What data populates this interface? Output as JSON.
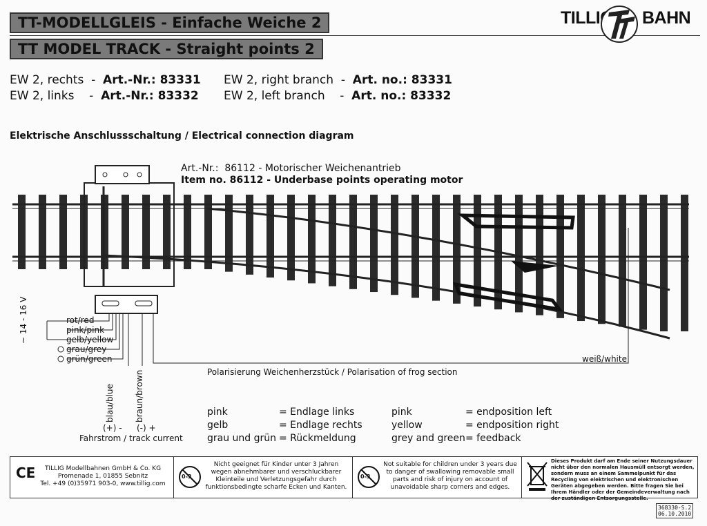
{
  "header": {
    "title_de_prefix": "TT-MODELLGLEIS - ",
    "title_de_name": "Einfache Weiche 2",
    "title_en_prefix": "TT MODEL TRACK - ",
    "title_en_name": "Straight points 2",
    "logo_left": "TILLIG",
    "logo_right": "BAHN"
  },
  "articles": {
    "de_right": "EW 2, rechts  -  ",
    "de_left": "EW 2, links    -  ",
    "de_artnr_label": "Art.-Nr.: ",
    "de_right_no": "83331",
    "de_left_no": "83332",
    "en_right": "EW 2, right branch  -  ",
    "en_left": "EW 2, left branch    -  ",
    "en_artno_label": "Art. no.: ",
    "en_right_no": "83331",
    "en_left_no": "83332"
  },
  "diagram": {
    "section_title": "Elektrische Anschlussschaltung / Electrical connection diagram",
    "motor_line1": "Art.-Nr.:  86112 - Motorischer Weichenantrieb",
    "motor_line2": "Item no. 86112 - Underbase points operating motor",
    "voltage": "~ 14 - 16 V",
    "wires": [
      "rot/red",
      "pink/pink",
      "gelb/yellow",
      "grau/grey",
      "grün/green"
    ],
    "blue_label": "blau/blue",
    "brown_label": "braun/brown",
    "white_label": "weiß/white",
    "frog_label": "Polarisierung Weichenherzstück / Polarisation of frog section",
    "plus_minus": "(+) -",
    "minus_plus": "(-) +",
    "track_current": "Fahrstrom / track current"
  },
  "legend": {
    "de_colors": "pink\ngelb\ngrau und grün",
    "de_meanings": "= Endlage links\n= Endlage rechts\n= Rückmeldung",
    "en_colors": "pink\nyellow\ngrey and green",
    "en_meanings": "= endposition left\n= endposition right\n= feedback"
  },
  "footer": {
    "ce": "CE",
    "company": "TILLIG Modellbahnen GmbH & Co. KG",
    "address": "Promenade 1, 01855 Sebnitz",
    "contact": "Tel. +49 (0)35971 903-0, www.tillig.com",
    "warning_de": "Nicht geeignet für Kinder unter 3 Jahren wegen abnehmbarer und verschluckbarer Kleinteile und Verletzungsgefahr durch funktionsbedingte scharfe Ecken und Kanten.",
    "warning_en": "Not suitable for children under 3 years due to danger of swallowing removable small parts and risk of injury on account of unavoidable sharp corners and edges.",
    "age_symbol": "0-3",
    "disposal": "Dieses Produkt darf am Ende seiner Nutzungsdauer nicht über den normalen Hausmüll entsorgt werden, sondern muss an einem Sammelpunkt für das Recycling von elektrischen und elektronischen Geräten abgegeben werden. Bitte fragen Sie bei Ihrem Händler oder der Gemeindeverwaltung nach der zuständigen Entsorgungsstelle.",
    "stamp_line1": "368330-S.2",
    "stamp_line2": "06.10.2010"
  }
}
